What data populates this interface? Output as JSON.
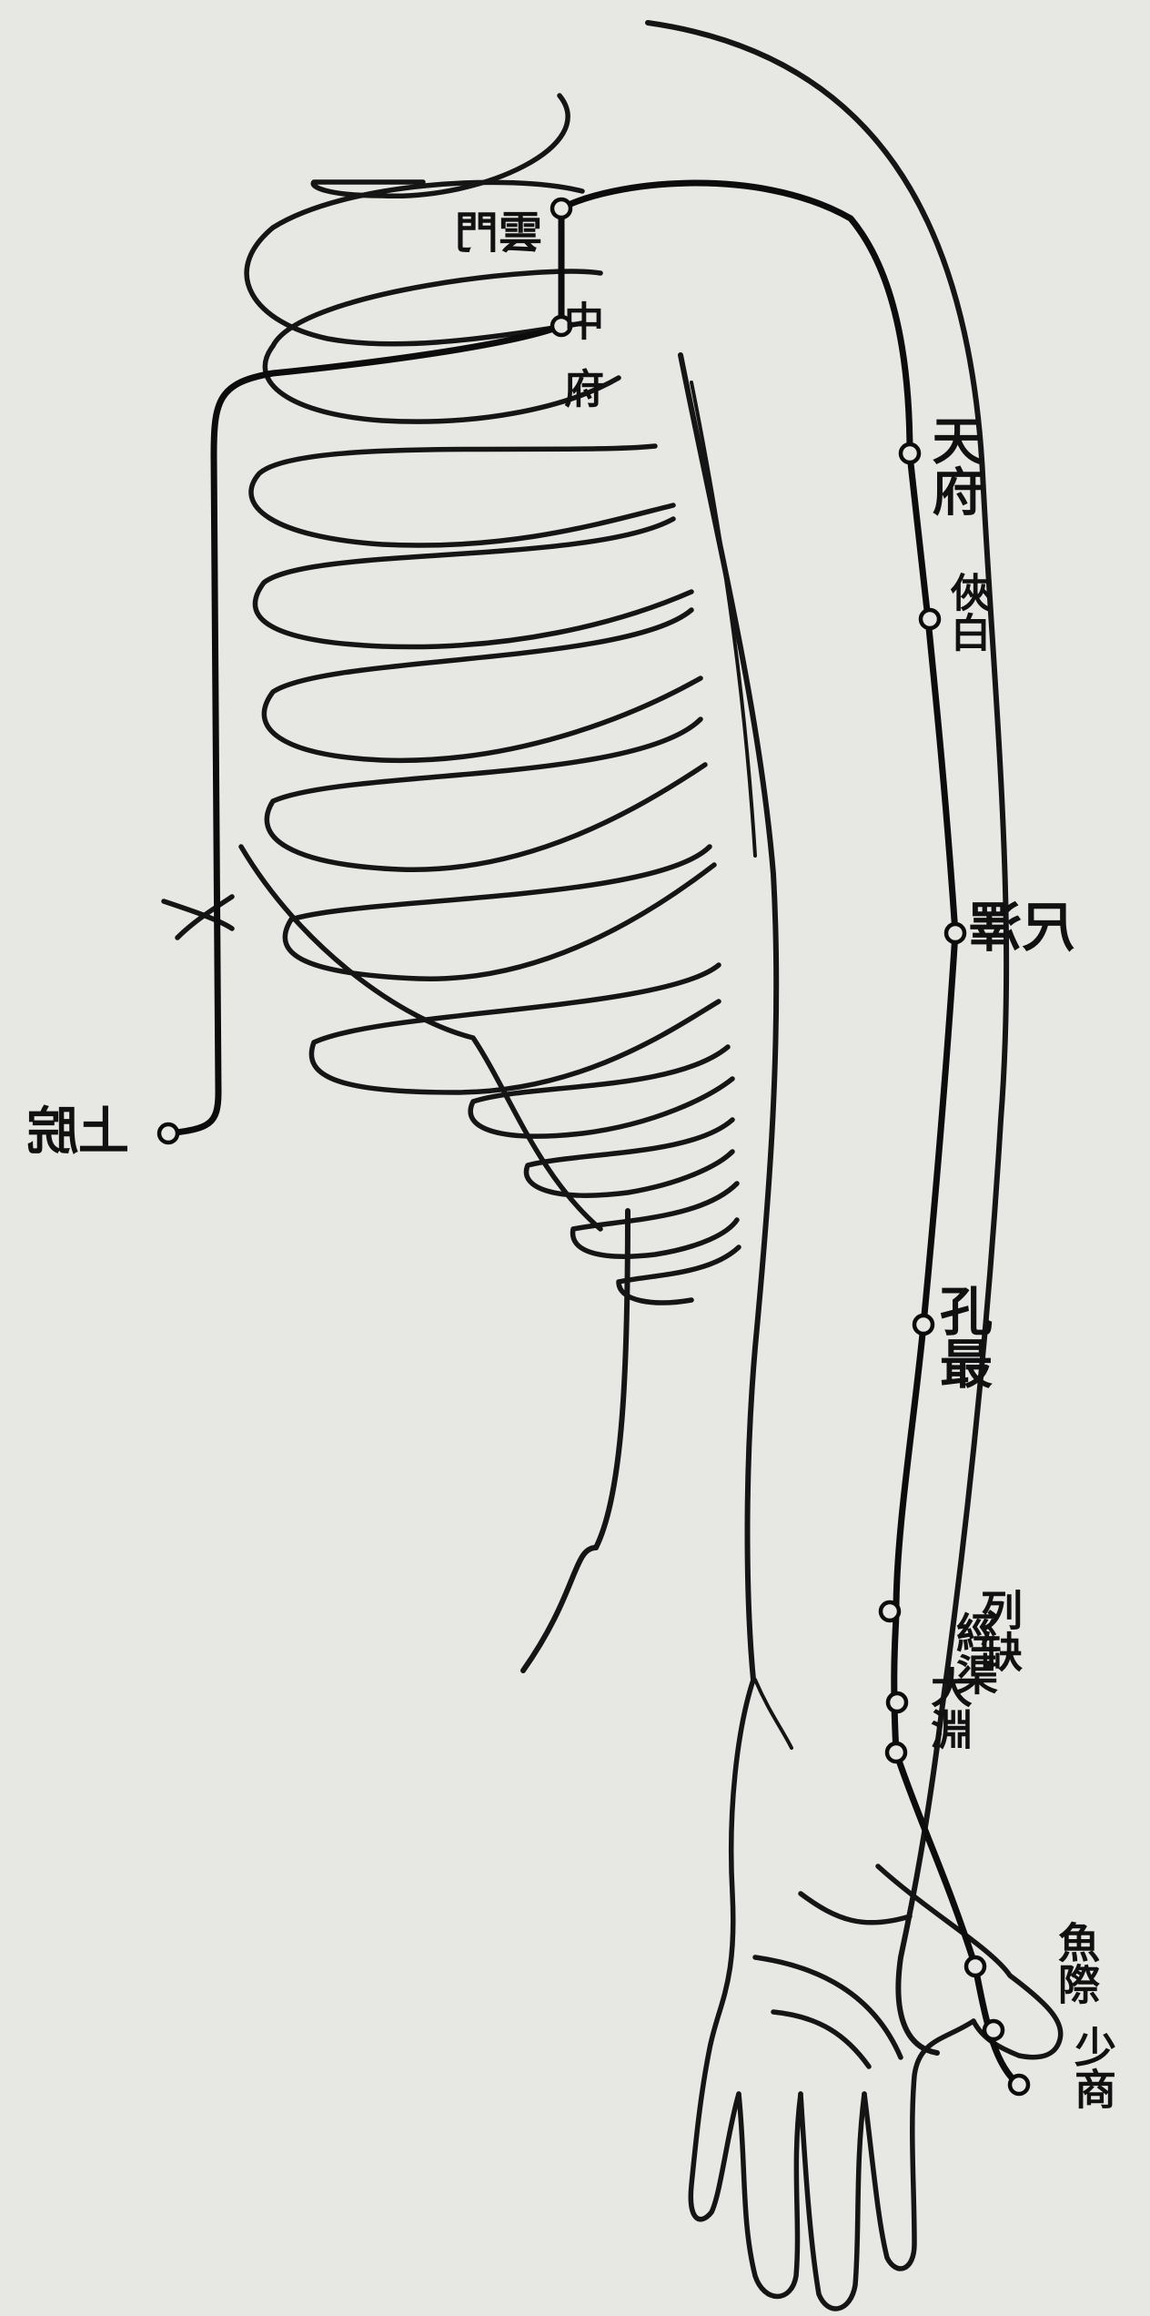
{
  "colors": {
    "paper": "#e7e7e3",
    "ink": "#111111"
  },
  "points": {
    "yunmen": "雲門",
    "zhongfu": "中府",
    "tianfu": "天府",
    "xiabai": "俠白",
    "chize": "尺澤",
    "kongzui": "孔最",
    "lieque": "列缺",
    "jingqu": "經渠",
    "taiyuan": "大淵",
    "yuji": "魚際",
    "shaoshang": "少商",
    "shangwan": "上脘"
  }
}
